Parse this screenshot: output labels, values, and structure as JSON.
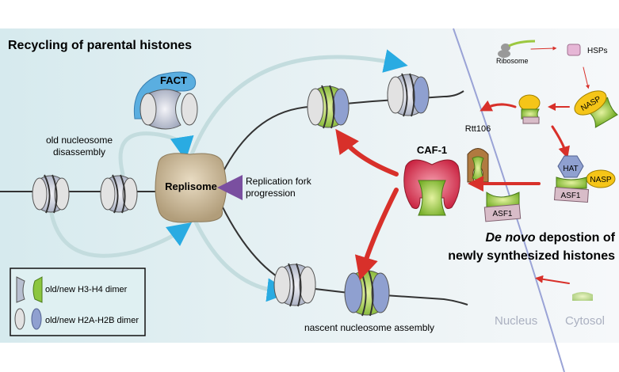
{
  "title": "Recycling of parental histones",
  "labels": {
    "fact": "FACT",
    "disassembly_line1": "old nucleosome",
    "disassembly_line2": "disassembly",
    "replisome": "Replisome",
    "fork_line1": "Replication fork",
    "fork_line2": "progression",
    "caf1": "CAF-1",
    "rtt106": "Rtt106",
    "ribosome": "Ribosome",
    "hsps": "HSPs",
    "nasp": "NASP",
    "hat": "HAT",
    "asf1": "ASF1",
    "denovo_italic": "De novo",
    "denovo_rest": " depostion of",
    "denovo_line2": "newly synthesized histones",
    "nascent": "nascent nucleosome assembly",
    "nucleus": "Nucleus",
    "cytosol": "Cytosol"
  },
  "legend": {
    "h3h4": "old/new H3-H4 dimer",
    "h2ah2b": "old/new H2A-H2B dimer"
  },
  "colors": {
    "old_h3h4": "#b8bfd0",
    "new_h3h4": "#8cc63f",
    "old_h2a": "#e2e2e2",
    "new_h2a": "#8fa0d0",
    "replisome": "#c8b594",
    "fact": "#5aaee0",
    "caf1": "#d83050",
    "nasp": "#f5c518",
    "recycling_arrow": "#29abe2",
    "denovo_arrow": "#d8302a"
  }
}
